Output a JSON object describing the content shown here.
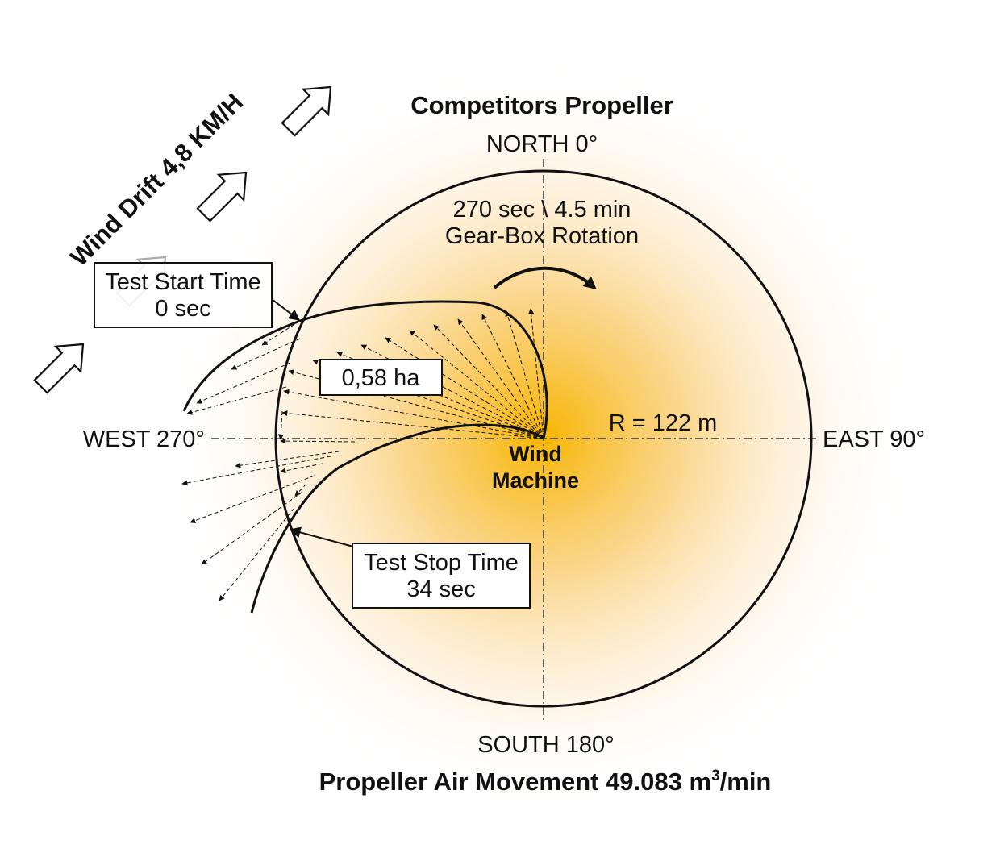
{
  "title": "Competitors Propeller",
  "directions": {
    "north": "NORTH 0°",
    "east": "EAST 90°",
    "south": "SOUTH 180°",
    "west": "WEST 270°"
  },
  "wind_drift": "Wind Drift  4,8 KM/H",
  "rotation": {
    "line1": "270 sec \\ 4.5 min",
    "line2": "Gear-Box Rotation"
  },
  "radius_label": "R = 122 m",
  "machine": {
    "line1": "Wind",
    "line2": "Machine"
  },
  "area_label": "0,58 ha",
  "test_start": {
    "line1": "Test Start Time",
    "line2": "0 sec"
  },
  "test_stop": {
    "line1": "Test Stop Time",
    "line2": "34 sec"
  },
  "air_movement": {
    "prefix": "Propeller Air Movement 49.083 m",
    "sup": "3",
    "suffix": "/min"
  },
  "colors": {
    "glow": "#f7b500",
    "line": "#111111"
  }
}
